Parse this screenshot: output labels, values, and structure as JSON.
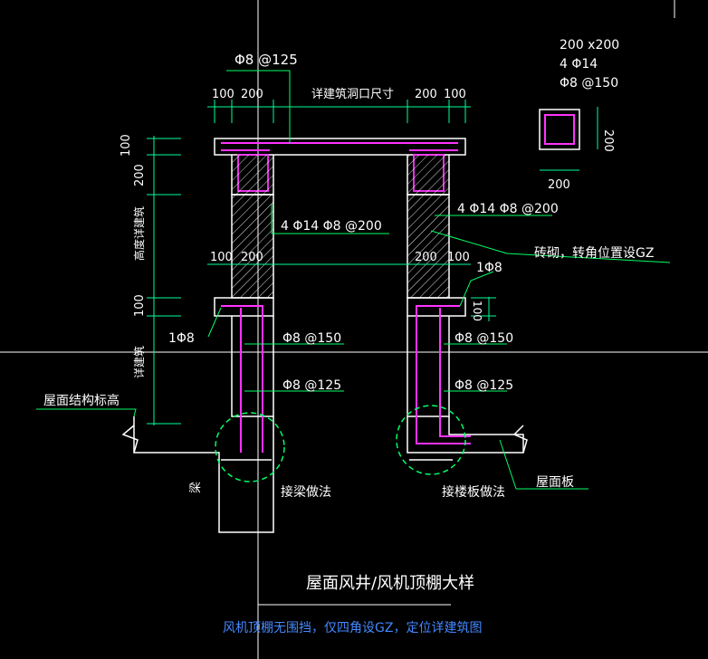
{
  "drawing": {
    "title": "屋面风井/风机顶棚大样",
    "note": "风机顶棚无围挡，仅四角设GZ，定位详建筑图",
    "top_rebar": "Φ8 @125",
    "opening_label": "详建筑洞口尺寸",
    "top_dims": {
      "d100a": "100",
      "d200a": "200",
      "d200b": "200",
      "d100b": "100"
    },
    "column": {
      "size": "200 x200",
      "main": "4 Φ14",
      "stirrup": "Φ8 @150",
      "dim_w": "200",
      "dim_h": "200"
    },
    "left_dims": {
      "d100a": "100",
      "d200": "200",
      "mid": "高度详建筑",
      "d100b": "100",
      "lower": "详建筑"
    },
    "left_rebar": "4 Φ14    Φ8 @200",
    "right_rebar": "4 Φ14    Φ8 @200",
    "masonry_note": "砖砌，转角位置设GZ",
    "mid_dims": {
      "l100": "100",
      "l200": "200",
      "r200": "200",
      "r100": "100"
    },
    "right_1phi8": "1Φ8",
    "right_100": "100",
    "left_1phi8": "1Φ8",
    "left_stir": "Φ8 @150",
    "left_vert": "Φ8 @125",
    "right_stir": "Φ8 @150",
    "right_vert": "Φ8 @125",
    "roof_level": "屋面结构标高",
    "beam": "梁",
    "beam_detail": "接梁做法",
    "slab_detail": "接楼板做法",
    "roof_slab": "屋面板"
  }
}
